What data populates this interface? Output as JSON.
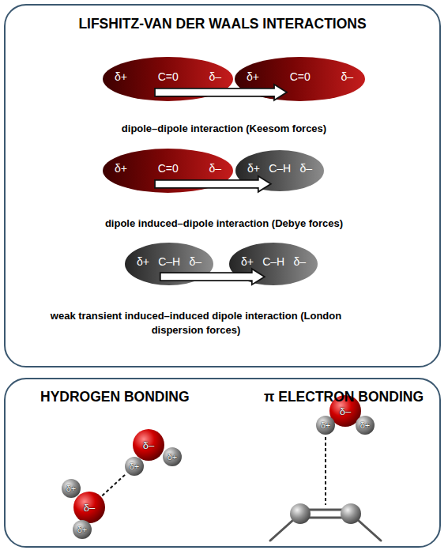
{
  "diagram": {
    "nodes": [
      {
        "text": [
          "LIFSHITZ-VAN DER WAALS INTERACTIONS"
        ]
      },
      {
        "text": [
          "δ+",
          "C=0",
          "δ–"
        ],
        "in": 0
      },
      {
        "text": [
          "δ+",
          "C=0",
          "δ–"
        ],
        "in": 0
      },
      {
        "text": [
          "δ+",
          "C=0",
          "δ–"
        ],
        "in": 0
      },
      {
        "text": [
          "δ+",
          "C–H",
          "δ–"
        ],
        "in": 0
      },
      {
        "text": [
          "δ+",
          "C–H",
          "δ–"
        ],
        "in": 0
      },
      {
        "text": [
          "δ+",
          "C–H",
          "δ–"
        ],
        "in": 0
      },
      {
        "text": [
          "HYDROGEN BONDING",
          "π ELECTRON BONDING"
        ]
      },
      {
        "text": [
          "δ–"
        ],
        "in": 7
      },
      {
        "text": [
          "δ+"
        ],
        "in": 7
      },
      {
        "text": [
          "δ+"
        ],
        "in": 7
      },
      {
        "text": [
          "δ–"
        ],
        "in": 7
      },
      {
        "text": [
          "δ+"
        ],
        "in": 7
      },
      {
        "text": [
          "δ+"
        ],
        "in": 7
      },
      {
        "text": [
          "δ–"
        ],
        "in": 7
      },
      {
        "text": [
          "δ+"
        ],
        "in": 7
      },
      {
        "text": [
          "δ+"
        ],
        "in": 7
      }
    ],
    "edges": [
      {
        "from": 1,
        "to": 2,
        "arrow": "to"
      },
      {
        "from": 3,
        "to": 4,
        "arrow": "to"
      },
      {
        "from": 5,
        "to": 6,
        "arrow": "to"
      },
      {
        "from": 11,
        "to": 10,
        "arrow": "none"
      }
    ],
    "labels": [
      "dipole–dipole interaction (Keesom forces)",
      "dipole induced–dipole interaction (Debye forces)",
      "weak transient induced–induced dipole interaction (London dispersion forces)"
    ]
  }
}
